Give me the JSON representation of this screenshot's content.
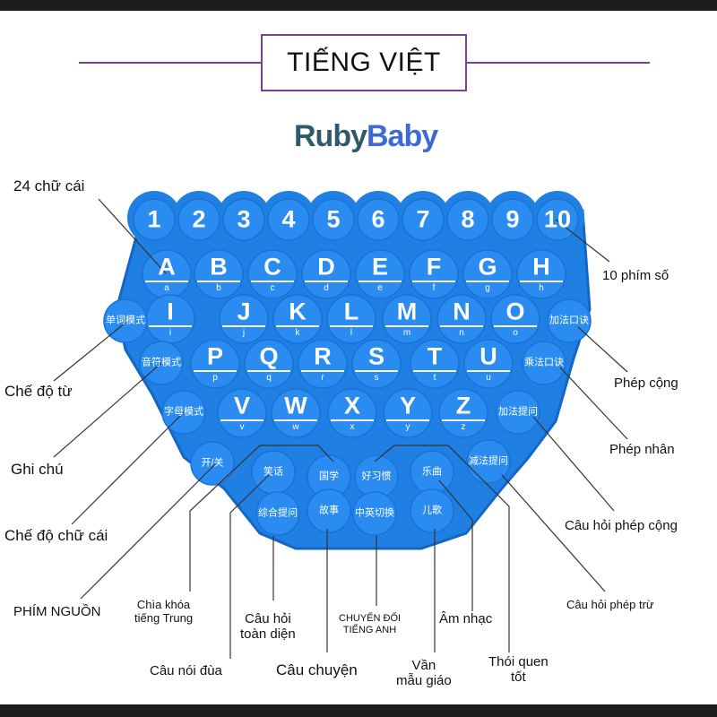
{
  "title": "TIẾNG VIỆT",
  "logo": {
    "part1": "Ruby",
    "part2": "Baby"
  },
  "colors": {
    "keyboard": "#1f7fe3",
    "key": "#2a8cf0",
    "outline": "#1466c4",
    "accent": "#7b3fa0"
  },
  "keys": {
    "numbers": [
      "1",
      "2",
      "3",
      "4",
      "5",
      "6",
      "7",
      "8",
      "9",
      "10"
    ],
    "row1": [
      [
        "A",
        "a"
      ],
      [
        "B",
        "b"
      ],
      [
        "C",
        "c"
      ],
      [
        "D",
        "d"
      ],
      [
        "E",
        "e"
      ],
      [
        "F",
        "f"
      ],
      [
        "G",
        "g"
      ],
      [
        "H",
        "h"
      ]
    ],
    "row2": [
      [
        "I",
        "i"
      ],
      [
        "J",
        "j"
      ],
      [
        "K",
        "k"
      ],
      [
        "L",
        "l"
      ],
      [
        "M",
        "m"
      ],
      [
        "N",
        "n"
      ],
      [
        "O",
        "o"
      ]
    ],
    "row3": [
      [
        "P",
        "p"
      ],
      [
        "Q",
        "q"
      ],
      [
        "R",
        "r"
      ],
      [
        "S",
        "s"
      ],
      [
        "T",
        "t"
      ],
      [
        "U",
        "u"
      ]
    ],
    "row4": [
      [
        "V",
        "v"
      ],
      [
        "W",
        "w"
      ],
      [
        "X",
        "x"
      ],
      [
        "Y",
        "y"
      ],
      [
        "Z",
        "z"
      ]
    ],
    "function_keys": [
      "单词模式",
      "加法口诀",
      "音符模式",
      "乘法口诀",
      "字母模式",
      "加法提问",
      "开/关",
      "笑话",
      "国学",
      "好习惯",
      "乐曲",
      "减法提问",
      "综合提问",
      "故事",
      "中英切换",
      "儿歌"
    ]
  },
  "labels": {
    "letters24": "24 chữ cái",
    "number_keys": "10 phím số",
    "word_mode": "Chế độ từ",
    "addition": "Phép cộng",
    "notes": "Ghi chú",
    "multiplication": "Phép nhân",
    "letter_mode": "Chế độ chữ cái",
    "addition_question": "Câu hỏi phép cộng",
    "power_key": "PHÍM NGUỒN",
    "subtraction_question": "Câu hỏi phép trừ",
    "chinese_key_1": "Chìa khóa",
    "chinese_key_2": "tiếng Trung",
    "general_question_1": "Câu hỏi",
    "general_question_2": "toàn diện",
    "switch_english_1": "CHUYỂN ĐỔI",
    "switch_english_2": "TIẾNG ANH",
    "music": "Âm nhạc",
    "jokes": "Câu nói đùa",
    "stories": "Câu chuyện",
    "rhymes_1": "Vần",
    "rhymes_2": "mẫu giáo",
    "good_habits_1": "Thói quen",
    "good_habits_2": "tốt"
  }
}
